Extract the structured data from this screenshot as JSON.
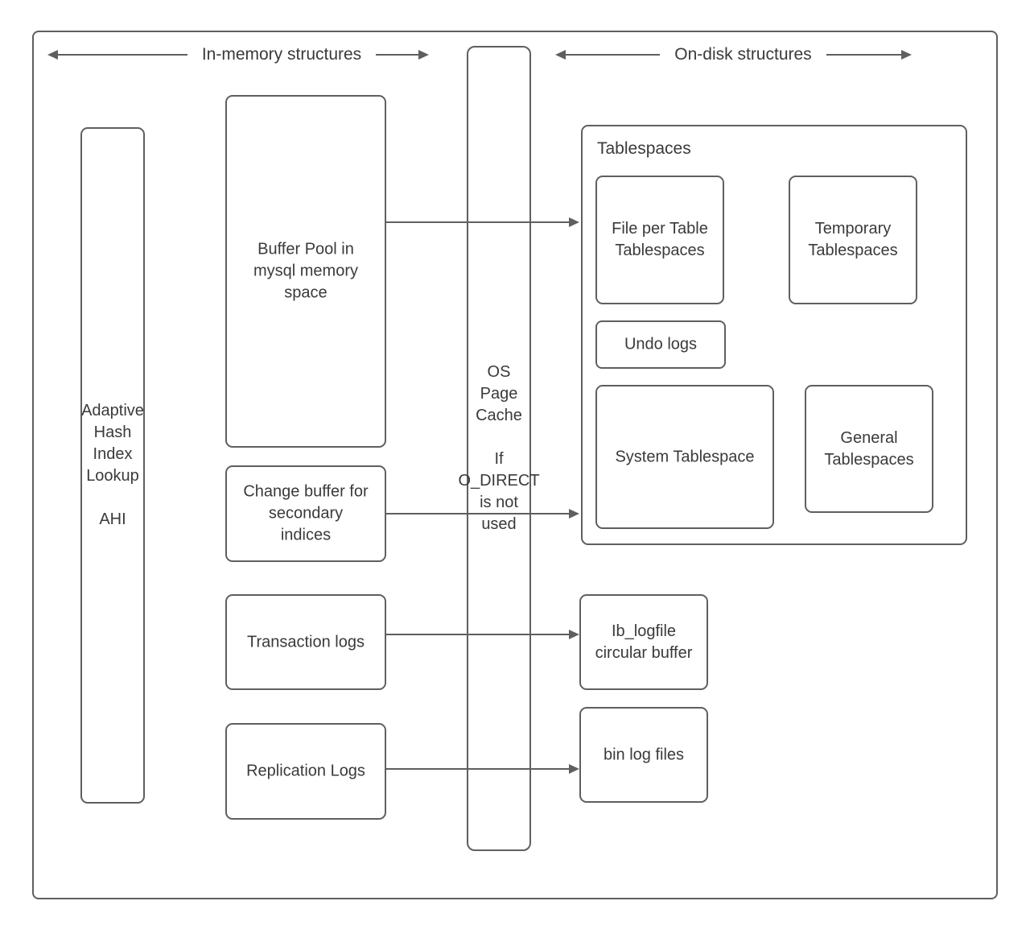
{
  "headers": {
    "in_memory": {
      "label": "In-memory structures"
    },
    "on_disk": {
      "label": "On-disk structures"
    }
  },
  "in_memory": {
    "ahi": "Adaptive\nHash\nIndex\nLookup\n\nAHI",
    "buffer_pool": "Buffer Pool in\nmysql memory\nspace",
    "change_buffer": "Change buffer for\nsecondary\nindices",
    "transaction_logs": "Transaction logs",
    "replication_logs": "Replication Logs"
  },
  "cache": {
    "os_page_cache": "OS\nPage\nCache\n\nIf\nO_DIRECT\nis not\nused"
  },
  "on_disk": {
    "tablespaces_title": "Tablespaces",
    "file_per_table": "File per Table\nTablespaces",
    "temporary": "Temporary\nTablespaces",
    "undo_logs": "Undo logs",
    "system_tablespace": "System Tablespace",
    "general_tablespaces": "General\nTablespaces",
    "ib_logfile": "Ib_logfile\ncircular buffer",
    "bin_log_files": "bin log files"
  },
  "colors": {
    "stroke": "#5f5f5f",
    "text": "#3a3a3a",
    "background": "#ffffff"
  }
}
